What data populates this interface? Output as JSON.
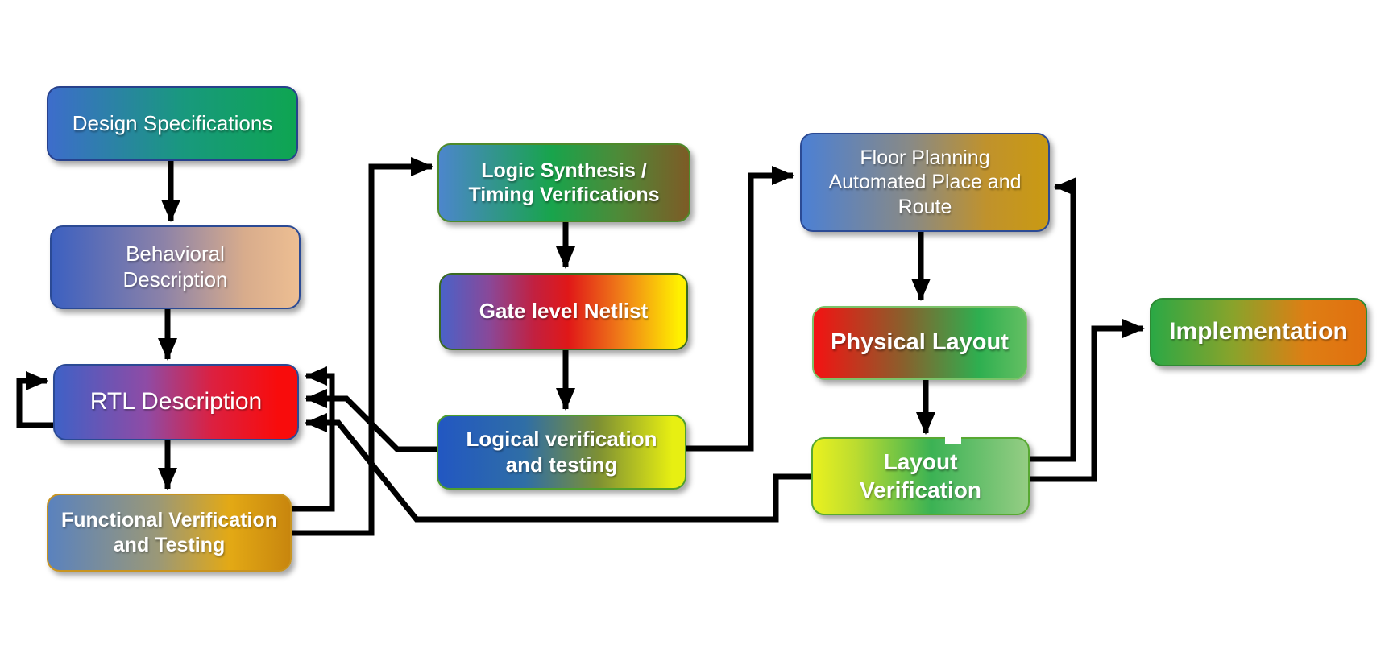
{
  "diagram": {
    "background": "#FFFFFF",
    "arrow_color": "#000000",
    "text_color": "#FFFFFF",
    "nodes": [
      {
        "id": "design",
        "label": "Design Specifications",
        "colors": [
          "#3D6DCB",
          "#0EA551"
        ]
      },
      {
        "id": "behav",
        "label": "Behavioral\nDescription",
        "colors": [
          "#3C60C0",
          "#EDBE92"
        ]
      },
      {
        "id": "rtl",
        "label": "RTL Description",
        "colors": [
          "#3F61C6",
          "#F80C0C"
        ]
      },
      {
        "id": "funcver",
        "label": "Functional Verification\nand Testing",
        "colors": [
          "#5A82BE",
          "#C8860E"
        ]
      },
      {
        "id": "synth",
        "label": "Logic Synthesis /\nTiming Verifications",
        "colors": [
          "#4C86CC",
          "#18A44C",
          "#7D5B26"
        ]
      },
      {
        "id": "netlist",
        "label": "Gate level Netlist",
        "colors": [
          "#4A62C8",
          "#E01818",
          "#FFF000"
        ]
      },
      {
        "id": "logver",
        "label": "Logical verification\nand testing",
        "colors": [
          "#2257C2",
          "#E7EF12"
        ]
      },
      {
        "id": "floor",
        "label": "Floor Planning\nAutomated Place and\nRoute",
        "colors": [
          "#4C80D4",
          "#CA9A12"
        ]
      },
      {
        "id": "phys",
        "label": "Physical Layout",
        "colors": [
          "#F41212",
          "#2EAF50"
        ]
      },
      {
        "id": "layver",
        "label": "Layout\nVerification",
        "colors": [
          "#EAF11F",
          "#3BB254",
          "#95CD84"
        ]
      },
      {
        "id": "impl",
        "label": "Implementation",
        "colors": [
          "#2BA845",
          "#E1700F"
        ]
      }
    ],
    "edges": [
      {
        "from": "design",
        "to": "behav"
      },
      {
        "from": "behav",
        "to": "rtl"
      },
      {
        "from": "rtl",
        "to": "funcver"
      },
      {
        "from": "rtl",
        "to": "rtl",
        "note": "self-loop left side"
      },
      {
        "from": "funcver",
        "to": "rtl",
        "note": "feedback upper"
      },
      {
        "from": "funcver",
        "to": "synth"
      },
      {
        "from": "synth",
        "to": "netlist"
      },
      {
        "from": "netlist",
        "to": "logver"
      },
      {
        "from": "logver",
        "to": "rtl",
        "note": "feedback"
      },
      {
        "from": "logver",
        "to": "floor"
      },
      {
        "from": "layver",
        "to": "rtl",
        "note": "long feedback"
      },
      {
        "from": "floor",
        "to": "phys"
      },
      {
        "from": "phys",
        "to": "layver"
      },
      {
        "from": "layver",
        "to": "floor",
        "note": "feedback"
      },
      {
        "from": "layver",
        "to": "impl"
      }
    ]
  }
}
